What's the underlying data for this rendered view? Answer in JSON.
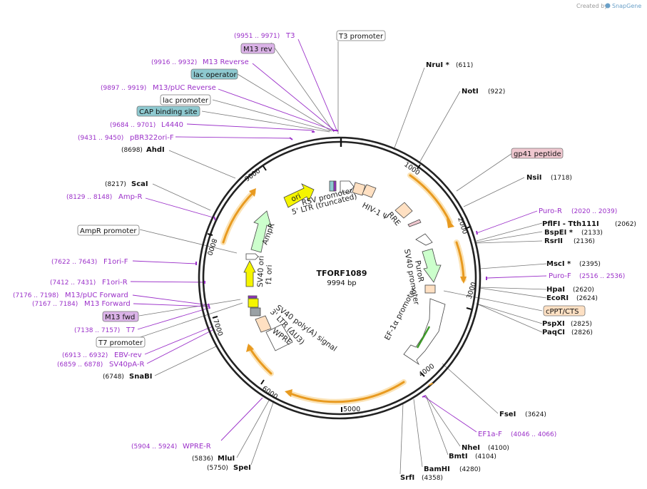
{
  "credit": {
    "prefix": "Created by",
    "brand": "SnapGene"
  },
  "plasmid": {
    "name": "TFORF1089",
    "length_label": "9994 bp",
    "length": 9994
  },
  "colors": {
    "primer": "#9b30c9",
    "ori": "#f5f500",
    "gene": "#ccffcc",
    "ltr": "#ffe0c2",
    "misc": "#ffffff",
    "orange_arrow": "#e89a20",
    "box_fill_plain": "#ffffff",
    "box_fill_purple": "#dbb3e8",
    "box_fill_teal": "#8ec9d0",
    "box_fill_pink": "#efc7cf",
    "box_fill_peach": "#fde0c3"
  },
  "ticks": [
    "1000",
    "2000",
    "3000",
    "4000",
    "5000",
    "6000",
    "7000",
    "8000",
    "9000"
  ],
  "sites_right": [
    {
      "name": "NruI *",
      "pos": "(611)"
    },
    {
      "name": "NotI",
      "pos": "(922)"
    },
    {
      "name": "NsiI",
      "pos": "(1718)"
    },
    {
      "name": "PflFI  - Tth111I",
      "pos": "(2062)"
    },
    {
      "name": "BspEI *",
      "pos": "(2133)"
    },
    {
      "name": "RsrII",
      "pos": "(2136)"
    },
    {
      "name": "MscI *",
      "pos": "(2395)"
    },
    {
      "name": "HpaI",
      "pos": "(2620)"
    },
    {
      "name": "EcoRI",
      "pos": "(2624)"
    },
    {
      "name": "PspXI",
      "pos": "(2825)"
    },
    {
      "name": "PaqCI",
      "pos": "(2826)"
    },
    {
      "name": "FseI",
      "pos": "(3624)"
    },
    {
      "name": "NheI",
      "pos": "(4100)"
    },
    {
      "name": "BmtI",
      "pos": "(4104)"
    },
    {
      "name": "BamHI",
      "pos": "(4280)"
    },
    {
      "name": "SrfI",
      "pos": "(4358)"
    }
  ],
  "sites_left": [
    {
      "name": "AhdI",
      "pos": "(8698)"
    },
    {
      "name": "ScaI",
      "pos": "(8217)"
    },
    {
      "name": "SnaBI",
      "pos": "(6748)"
    },
    {
      "name": "MluI",
      "pos": "(5836)"
    },
    {
      "name": "SpeI",
      "pos": "(5750)"
    }
  ],
  "primers_right": [
    {
      "name": "Puro-R",
      "pos": "(2020 .. 2039)"
    },
    {
      "name": "Puro-F",
      "pos": "(2516 .. 2536)"
    },
    {
      "name": "EF1a-F",
      "pos": "(4046 .. 4066)"
    }
  ],
  "primers_left": [
    {
      "name": "T3",
      "pos": "(9951 .. 9971)"
    },
    {
      "name": "M13 Reverse",
      "pos": "(9916 .. 9932)"
    },
    {
      "name": "M13/pUC Reverse",
      "pos": "(9897 .. 9919)"
    },
    {
      "name": "L4440",
      "pos": "(9684 .. 9701)"
    },
    {
      "name": "pBR322ori-F",
      "pos": "(9431 .. 9450)"
    },
    {
      "name": "Amp-R",
      "pos": "(8129 .. 8148)"
    },
    {
      "name": "F1ori-F",
      "pos": "(7622 .. 7643)"
    },
    {
      "name": "F1ori-R",
      "pos": "(7412 .. 7431)"
    },
    {
      "name": "M13/pUC Forward",
      "pos": "(7176 .. 7198)"
    },
    {
      "name": "M13 Forward",
      "pos": "(7167 .. 7184)"
    },
    {
      "name": "T7",
      "pos": "(7138 .. 7157)"
    },
    {
      "name": "EBV-rev",
      "pos": "(6913 .. 6932)"
    },
    {
      "name": "SV40pA-R",
      "pos": "(6859 .. 6878)"
    },
    {
      "name": "WPRE-R",
      "pos": "(5904 .. 5924)"
    }
  ],
  "boxes": [
    {
      "name": "T3 promoter",
      "kind": "plain"
    },
    {
      "name": "M13 rev",
      "kind": "purple"
    },
    {
      "name": "lac operator",
      "kind": "teal"
    },
    {
      "name": "lac promoter",
      "kind": "plain"
    },
    {
      "name": "CAP binding site",
      "kind": "teal"
    },
    {
      "name": "gp41 peptide",
      "kind": "pink"
    },
    {
      "name": "AmpR promoter",
      "kind": "plain"
    },
    {
      "name": "M13 fwd",
      "kind": "purple"
    },
    {
      "name": "T7 promoter",
      "kind": "plain"
    },
    {
      "name": "cPPT/CTS",
      "kind": "peach"
    }
  ],
  "features": [
    {
      "name": "ori",
      "kind": "ori"
    },
    {
      "name": "AmpR",
      "kind": "gene"
    },
    {
      "name": "f1 ori",
      "kind": "ori"
    },
    {
      "name": "SV40 ori",
      "kind": "misc"
    },
    {
      "name": "RSV promoter",
      "kind": "misc"
    },
    {
      "name": "5' LTR (truncated)",
      "kind": "ltr"
    },
    {
      "name": "HIV-1 Ψ",
      "kind": "ltr"
    },
    {
      "name": "RRE",
      "kind": "ltr"
    },
    {
      "name": "PuroR",
      "kind": "gene"
    },
    {
      "name": "SV40 promoter",
      "kind": "misc"
    },
    {
      "name": "EF-1α promoter",
      "kind": "misc"
    },
    {
      "name": "SV40 poly(A) signal",
      "kind": "misc"
    },
    {
      "name": "3' LTR (ΔU3)",
      "kind": "ltr"
    },
    {
      "name": "WPRE",
      "kind": "misc"
    }
  ]
}
